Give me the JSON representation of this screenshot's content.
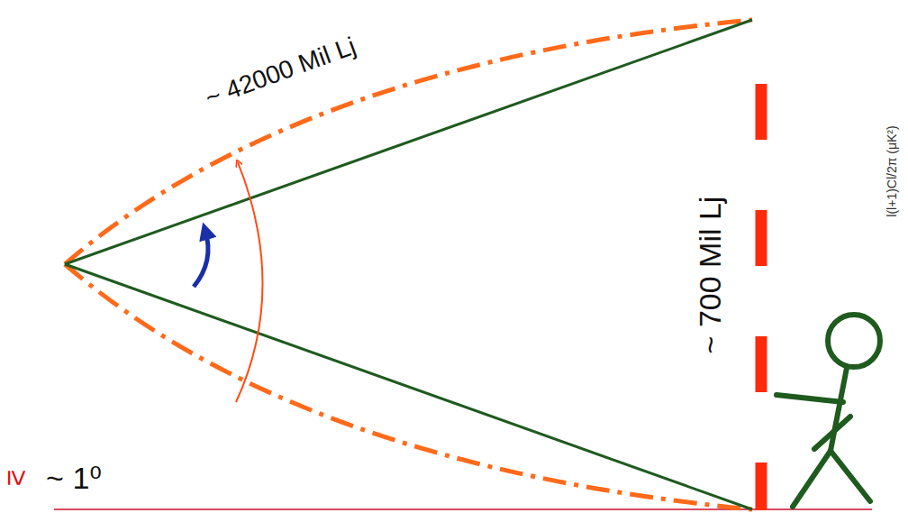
{
  "diagram": {
    "labels": [
      "~ 42000 Mil Lj",
      "~ 700 Mil Lj",
      "≥",
      "~ 1⁰",
      "l(l+1)Cl/2π (μK²)"
    ]
  }
}
